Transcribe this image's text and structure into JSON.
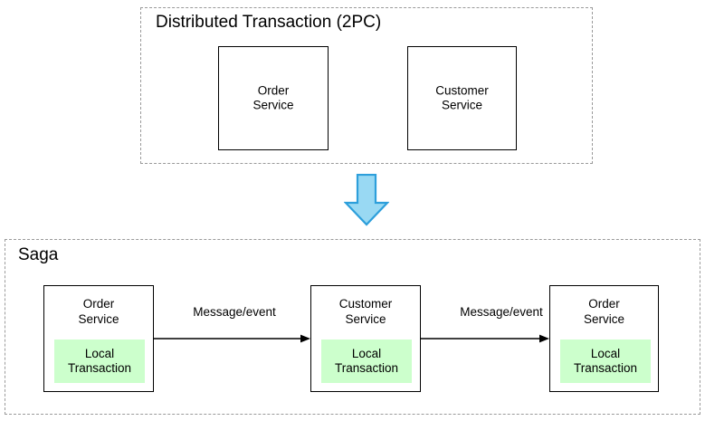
{
  "diagram": {
    "title_top": "Distributed Transaction (2PC)",
    "title_bottom": "Saga",
    "colors": {
      "local_transaction_fill": "#ccffcc",
      "arrow_fill": "#99d9f3",
      "arrow_stroke": "#2d9fdb",
      "group_border": "#9a9a9a",
      "box_border": "#000000",
      "background": "#ffffff"
    }
  },
  "top_section": {
    "title": "Distributed Transaction (2PC)",
    "services": [
      {
        "name": "order-service",
        "label": "Order\nService"
      },
      {
        "name": "customer-service",
        "label": "Customer\nService"
      }
    ]
  },
  "transition": {
    "icon": "down-arrow-icon",
    "direction": "down"
  },
  "bottom_section": {
    "title": "Saga",
    "services": [
      {
        "name": "order-service",
        "label": "Order\nService",
        "local_transaction": "Local\nTransaction"
      },
      {
        "name": "customer-service",
        "label": "Customer\nService",
        "local_transaction": "Local\nTransaction"
      },
      {
        "name": "order-service-2",
        "label": "Order\nService",
        "local_transaction": "Local\nTransaction"
      }
    ],
    "connectors": [
      {
        "name": "message-event-1",
        "label": "Message/event"
      },
      {
        "name": "message-event-2",
        "label": "Message/event"
      }
    ]
  }
}
